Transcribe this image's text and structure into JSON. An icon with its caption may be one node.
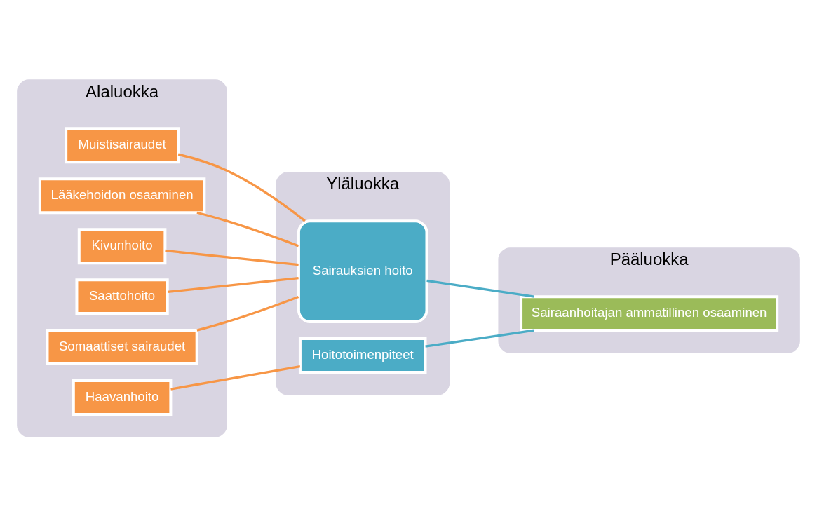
{
  "diagram": {
    "nodes": [
      {
        "text": [
          "Alaluokka"
        ]
      },
      {
        "text": [
          "Muistisairaudet"
        ],
        "in": 0
      },
      {
        "text": [
          "Lääkehoidon osaaminen"
        ],
        "in": 0
      },
      {
        "text": [
          "Kivunhoito"
        ],
        "in": 0
      },
      {
        "text": [
          "Saattohoito"
        ],
        "in": 0
      },
      {
        "text": [
          "Somaattiset sairaudet"
        ],
        "in": 0
      },
      {
        "text": [
          "Haavanhoito"
        ],
        "in": 0
      },
      {
        "text": [
          "Yläluokka"
        ]
      },
      {
        "text": [
          "Sairauksien hoito"
        ],
        "in": 7
      },
      {
        "text": [
          "Hoitotoimenpiteet"
        ],
        "in": 7
      },
      {
        "text": [
          "Pääluokka"
        ]
      },
      {
        "text": [
          "Sairaanhoitajan ammatillinen osaaminen"
        ],
        "in": 10
      }
    ],
    "edges": [
      {
        "from": 1,
        "to": 8,
        "arrow": "none"
      },
      {
        "from": 2,
        "to": 8,
        "arrow": "none"
      },
      {
        "from": 3,
        "to": 8,
        "arrow": "none"
      },
      {
        "from": 4,
        "to": 8,
        "arrow": "none"
      },
      {
        "from": 5,
        "to": 8,
        "arrow": "none"
      },
      {
        "from": 6,
        "to": 9,
        "arrow": "none"
      },
      {
        "from": 8,
        "to": 11,
        "arrow": "none",
        "color": "#4bacc6"
      },
      {
        "from": 9,
        "to": 11,
        "arrow": "none",
        "color": "#4bacc6"
      }
    ]
  }
}
